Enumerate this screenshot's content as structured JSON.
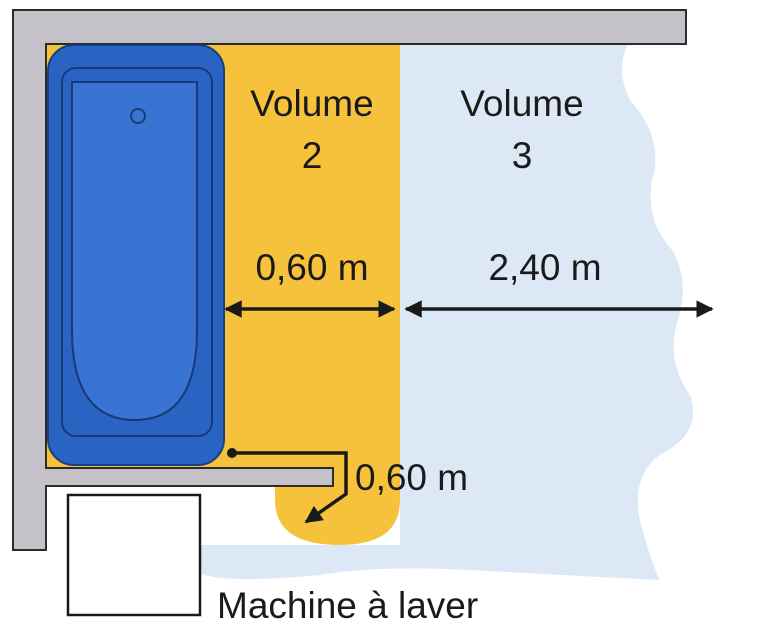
{
  "labels": {
    "volume2_word": "Volume",
    "volume2_number": "2",
    "volume3_word": "Volume",
    "volume3_number": "3",
    "dim_volume2_width": "0,60 m",
    "dim_volume3_width": "2,40 m",
    "dim_bath_end": "0,60 m",
    "washing_machine": "Machine à laver"
  },
  "colors": {
    "wall": "#c4c1c8",
    "wall_edge": "#2b2b2b",
    "volume2": "#f6c23b",
    "volume3": "#dde8f6",
    "bathtub": "#2a64c3",
    "bathtub_inner": "#3a74d2",
    "arrow": "#1a1a1a"
  },
  "icons": {
    "bathtub": "bathtub-icon",
    "washing_machine": "washing-machine-box"
  }
}
